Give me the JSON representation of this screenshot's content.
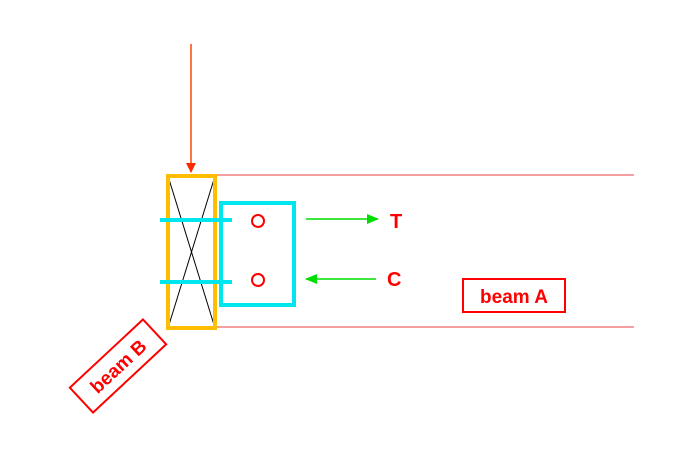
{
  "labels": {
    "tension": "T",
    "compression": "C",
    "beam_a": "beam A",
    "beam_b": "beam B"
  },
  "colors": {
    "red": "#ff0000",
    "beam_line": "#f08080",
    "load_arrow": "#ff4500",
    "green": "#00dd00",
    "cyan": "#00e5ee",
    "orange": "#ffbf00",
    "black": "#000000"
  }
}
